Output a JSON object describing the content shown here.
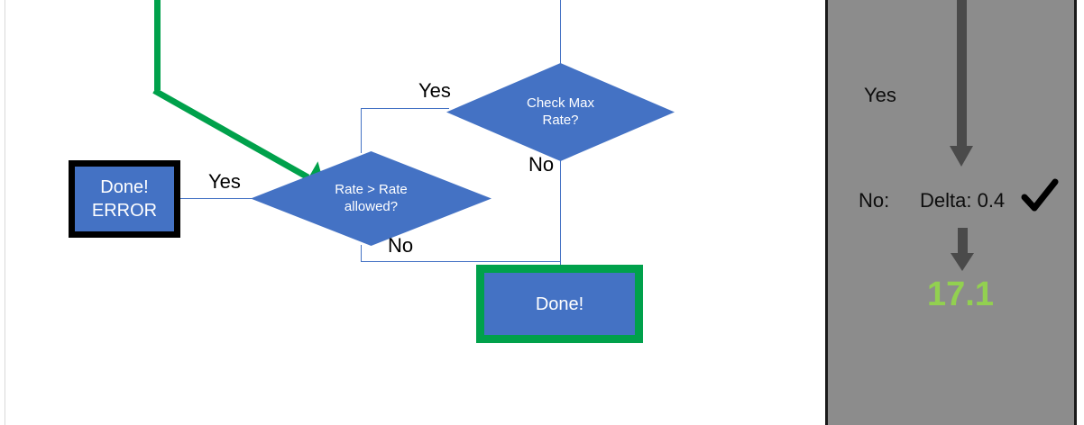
{
  "flowchart": {
    "nodes": {
      "check_max_rate": {
        "label_line1": "Check Max",
        "label_line2": "Rate?",
        "shape": "diamond",
        "fill": "#4472C4"
      },
      "rate_gt_allowed": {
        "label_line1": "Rate > Rate",
        "label_line2": "allowed?",
        "shape": "diamond",
        "fill": "#4472C4"
      },
      "done_error": {
        "label_line1": "Done!",
        "label_line2": "ERROR",
        "shape": "process",
        "fill": "#4472C4",
        "border": "#000000"
      },
      "done_ok": {
        "label": "Done!",
        "shape": "process",
        "fill": "#4472C4",
        "border": "#00A14B"
      }
    },
    "edge_labels": {
      "check_max_yes": "Yes",
      "check_max_no": "No",
      "rate_yes": "Yes",
      "rate_no": "No"
    },
    "highlight_arrow": {
      "name": "green-path-arrow",
      "color": "#00A14B"
    }
  },
  "preview": {
    "background": "#8c8c8c",
    "yes_label": "Yes",
    "no_label": "No:",
    "delta_label": "Delta: 0.4",
    "check_icon": "check-mark-icon",
    "result_value": "17.1",
    "result_color": "#92D050",
    "arrow_color": "#4a4a4a"
  }
}
